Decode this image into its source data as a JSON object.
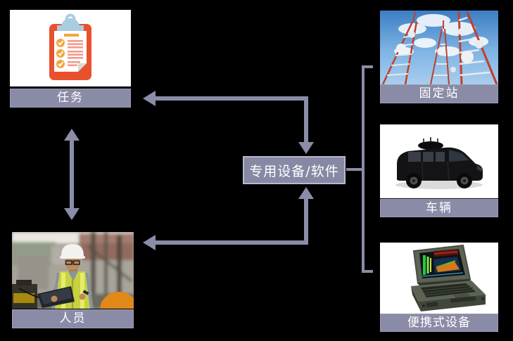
{
  "diagram": {
    "background_color": "#000000",
    "accent_color": "#8b8ca8",
    "label_text_color": "#ffffff",
    "center_box": {
      "label": "专用设备/软件"
    },
    "left_nodes": [
      {
        "id": "task",
        "label": "任务",
        "image": "clipboard-checklist-illustration"
      },
      {
        "id": "personnel",
        "label": "人员",
        "image": "field-worker-with-tablet-photo"
      }
    ],
    "right_nodes": [
      {
        "id": "fixed-station",
        "label": "固定站",
        "image": "telecom-towers-photo"
      },
      {
        "id": "vehicle",
        "label": "车辆",
        "image": "black-monitoring-van-photo"
      },
      {
        "id": "portable-device",
        "label": "便携式设备",
        "image": "rugged-portable-spectrum-analyzer-photo"
      }
    ],
    "connections": [
      {
        "from": "任务",
        "to": "人员",
        "style": "vertical-double-headed-arrow"
      },
      {
        "from": "专用设备/软件",
        "to": "任务",
        "style": "elbow-double-headed-arrow"
      },
      {
        "from": "专用设备/软件",
        "to": "人员",
        "style": "elbow-double-headed-arrow"
      },
      {
        "from": "专用设备/软件",
        "to": "固定站, 车辆, 便携式设备",
        "style": "bracket-group-line"
      }
    ]
  }
}
